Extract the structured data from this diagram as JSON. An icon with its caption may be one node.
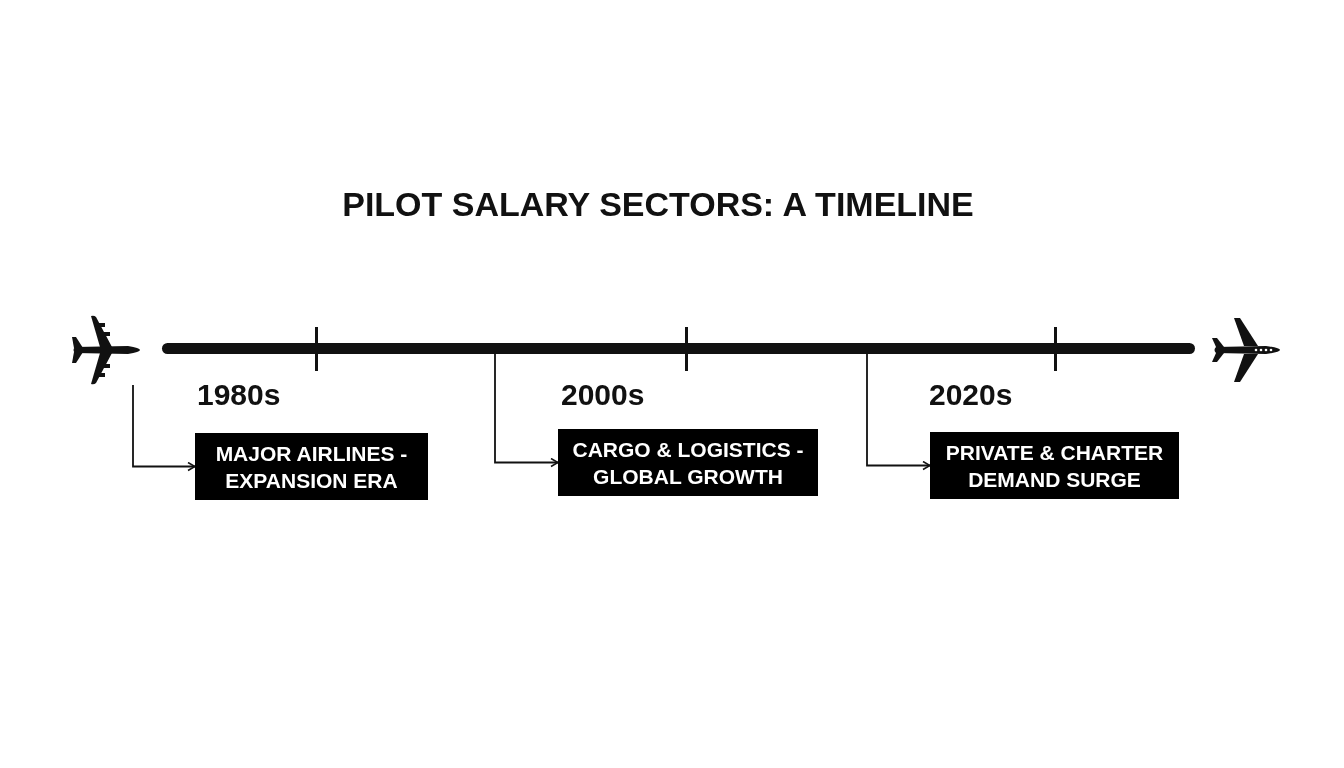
{
  "diagram": {
    "title": "PILOT SALARY SECTORS: A TIMELINE",
    "nodes": [
      {
        "text": [],
        "shape": "picture"
      },
      {
        "text": [],
        "shape": "bar"
      },
      {
        "text": [
          "MAJOR AIRLINES - EXPANSION ERA"
        ],
        "beside": [
          "1980s"
        ]
      },
      {
        "text": [
          "CARGO & LOGISTICS - GLOBAL GROWTH"
        ],
        "beside": [
          "2000s"
        ]
      },
      {
        "text": [
          "PRIVATE & CHARTER DEMAND SURGE"
        ],
        "beside": [
          "2020s"
        ]
      }
    ],
    "edges": [
      {
        "from": 0,
        "to": 2,
        "arrow": "to"
      },
      {
        "from": 1,
        "to": 3,
        "arrow": "to"
      },
      {
        "from": 1,
        "to": 4,
        "arrow": "to"
      }
    ]
  }
}
